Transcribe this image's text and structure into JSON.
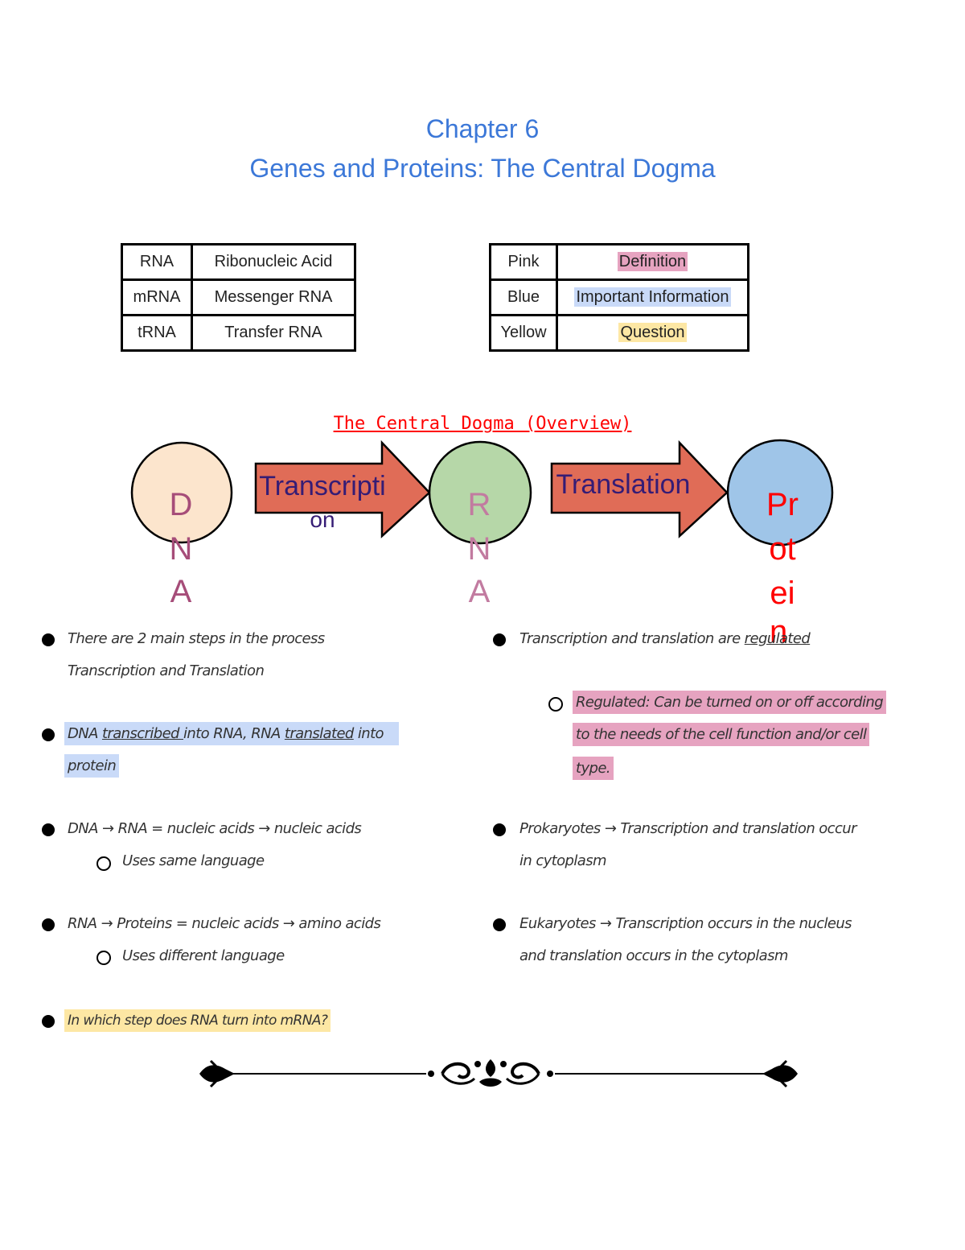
{
  "header": {
    "chapter": "Chapter 6",
    "subtitle": "Genes and Proteins: The Central Dogma"
  },
  "abbreviations": [
    {
      "abbr": "RNA",
      "full": "Ribonucleic Acid"
    },
    {
      "abbr": "mRNA",
      "full": "Messenger RNA"
    },
    {
      "abbr": "tRNA",
      "full": "Transfer RNA"
    }
  ],
  "legend": [
    {
      "color": "Pink",
      "meaning": "Definition",
      "highlight": "#e6a3c0"
    },
    {
      "color": "Blue",
      "meaning": "Important Information",
      "highlight": "#c9daf8"
    },
    {
      "color": "Yellow",
      "meaning": "Question",
      "highlight": "#fde7a4"
    }
  ],
  "diagram": {
    "title": "The Central Dogma (Overview)",
    "dna": {
      "lines": [
        "D",
        "N",
        "A"
      ],
      "fill": "#fce5cd",
      "text_color": "#a64d79"
    },
    "rna": {
      "lines": [
        "R",
        "N",
        "A"
      ],
      "fill": "#b6d7a8",
      "text_color": "#c27ba0"
    },
    "protein": {
      "lines": [
        "Pr",
        "ot",
        "ei",
        "n"
      ],
      "fill": "#9fc5e8",
      "text_color": "#ff0000"
    },
    "transcription": {
      "lines": [
        "Transcripti",
        "on"
      ],
      "text_color": "#351c75"
    },
    "translation": {
      "lines": [
        "Translation"
      ],
      "text_color": "#351c75"
    },
    "arrow_fill": "#e06c57"
  },
  "left_notes": {
    "b1_line1": "There are 2 main steps in the process",
    "b1_line2": "Transcription and Translation",
    "b2_a": "DNA ",
    "b2_b": "transcribed ",
    "b2_c": "into RNA, RNA ",
    "b2_d": "translated",
    "b2_e": " into",
    "b2_line2": "protein",
    "b3": "DNA → RNA = nucleic acids → nucleic acids",
    "b3_sub": "Uses same language",
    "b4": "RNA → Proteins = nucleic acids → amino acids",
    "b4_sub": "Uses different language",
    "b5": "In which step does RNA turn into mRNA?"
  },
  "right_notes": {
    "b1_a": "Transcription and translation are ",
    "b1_b": "regulated",
    "sub_line1": "Regulated: Can be turned on or off according",
    "sub_line2": "to the needs of the cell function and/or cell",
    "sub_line3": "type.",
    "b2_line1": "Prokaryotes → Transcription and translation occur",
    "b2_line2": "in cytoplasm",
    "b3_line1": "Eukaryotes → Transcription occurs in the nucleus",
    "b3_line2": "and translation occurs in the cytoplasm"
  }
}
